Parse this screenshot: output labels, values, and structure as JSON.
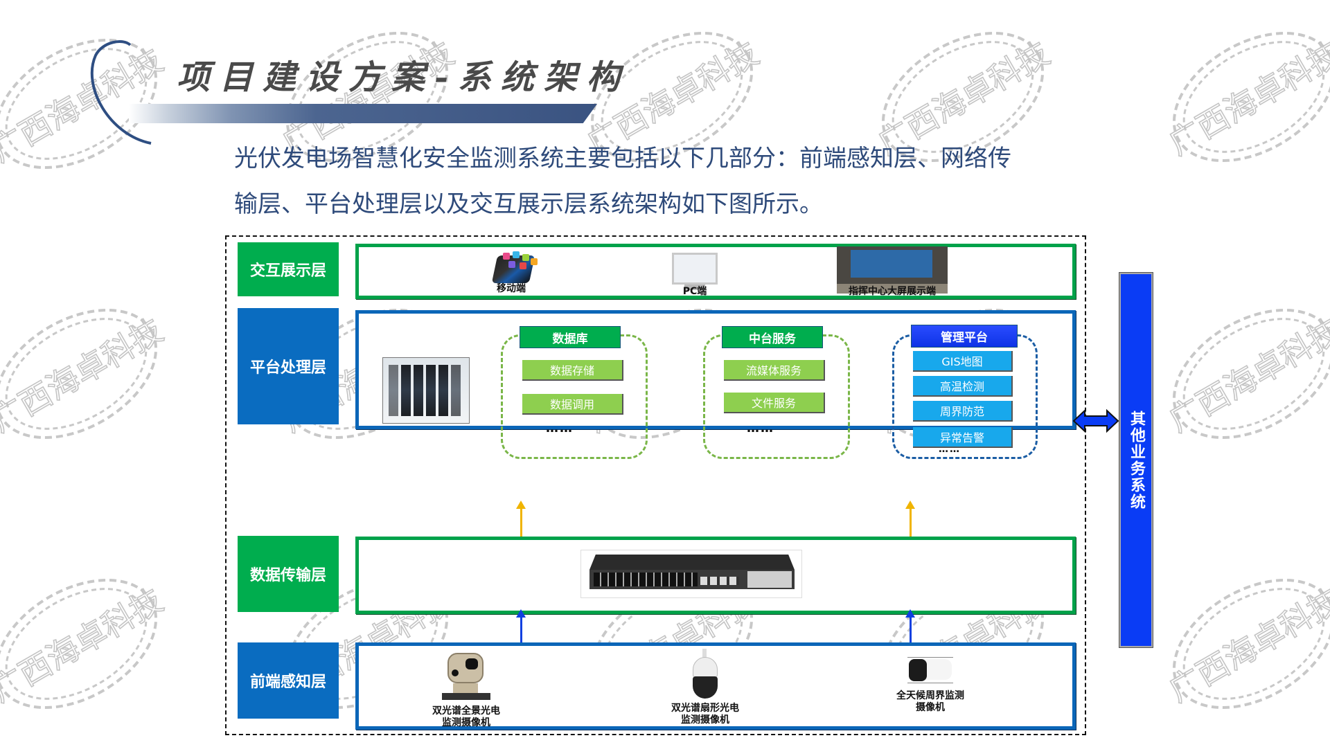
{
  "title": "项目建设方案-系统架构",
  "intro": {
    "line1": "光伏发电场智慧化安全监测系统主要包括以下几部分：前端感知层、网络传",
    "line2": "输层、平台处理层以及交互展示层系统架构如下图所示。"
  },
  "watermark_text": "广西海卓科技",
  "colors": {
    "layer_green": "#00ad4e",
    "layer_blue": "#0a6cc0",
    "side_bar_blue": "#0a3cf5",
    "item_green": "#8ecf4f",
    "item_cyan": "#18a8ec",
    "arrow_yellow": "#f0b400",
    "arrow_blue": "#1040e0",
    "intro_text": "#2e4a7a"
  },
  "layers": [
    {
      "label": "交互展示层",
      "items": [
        {
          "icon": "mobile-phone-icon",
          "caption": "移动端"
        },
        {
          "icon": "pc-monitor-icon",
          "caption": "PC端"
        },
        {
          "icon": "command-center-screen-icon",
          "caption": "指挥中心大屏展示端"
        }
      ]
    },
    {
      "label": "平台处理层",
      "server_icon": "server-rack-icon",
      "groups": [
        {
          "title": "数据库",
          "items": [
            "数据存储",
            "数据调用"
          ],
          "more": "……"
        },
        {
          "title": "中台服务",
          "items": [
            "流媒体服务",
            "文件服务"
          ],
          "more": "……"
        },
        {
          "title": "管理平台",
          "items": [
            "GIS地图",
            "高温检测",
            "周界防范",
            "异常告警"
          ],
          "more": "……"
        }
      ]
    },
    {
      "label": "数据传输层",
      "device_icon": "network-switch-icon"
    },
    {
      "label": "前端感知层",
      "items": [
        {
          "icon": "ptz-thermal-camera-icon",
          "caption_line1": "双光谱全景光电",
          "caption_line2": "监测摄像机"
        },
        {
          "icon": "dome-camera-icon",
          "caption_line1": "双光谱扇形光电",
          "caption_line2": "监测摄像机"
        },
        {
          "icon": "bullet-camera-icon",
          "caption_line1": "全天候周界监测",
          "caption_line2": "摄像机"
        }
      ]
    }
  ],
  "side_system": "其他业务系统"
}
